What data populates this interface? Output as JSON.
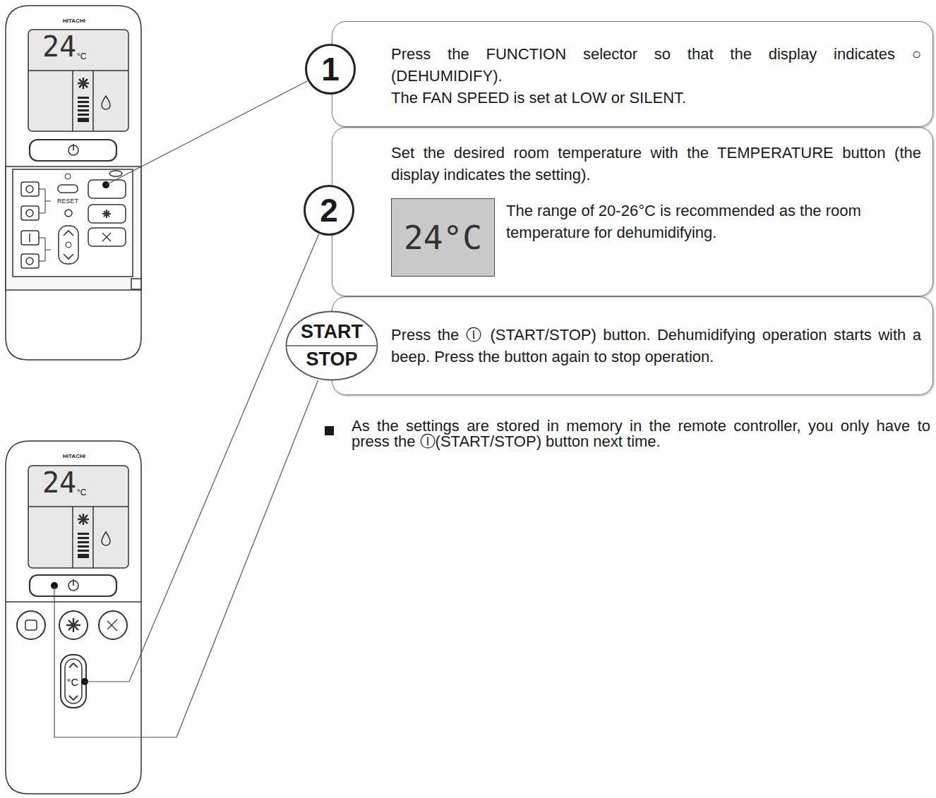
{
  "diagram": {
    "nodes": [
      {
        "text": [
          "1"
        ]
      },
      {
        "text": [
          "Press the FUNCTION selector so that the display indicates ○ (DEHUMIDIFY).",
          "The FAN SPEED is set at LOW or SILENT."
        ]
      },
      {
        "text": [
          "2"
        ]
      },
      {
        "text": [
          "Set the desired room temperature with the TEMPERATURE button (the display indicates the setting).",
          "The range of 20-26°C is recommended as the room temperature for dehumidifying."
        ]
      },
      {
        "text": [
          "24°C"
        ],
        "in": 3
      },
      {
        "text": [
          "START",
          "STOP"
        ]
      },
      {
        "text": [
          "Press the Ⓘ (START/STOP) button. Dehumidifying operation starts with a beep. Press the button again to stop operation."
        ]
      }
    ],
    "labels": [
      "HITACHI",
      "24",
      "°C",
      "RESET",
      "HITACHI",
      "24",
      "°C",
      "°C",
      "As the settings are stored in memory in the remote controller, you only have to press the Ⓘ(START/STOP) button next time."
    ]
  }
}
